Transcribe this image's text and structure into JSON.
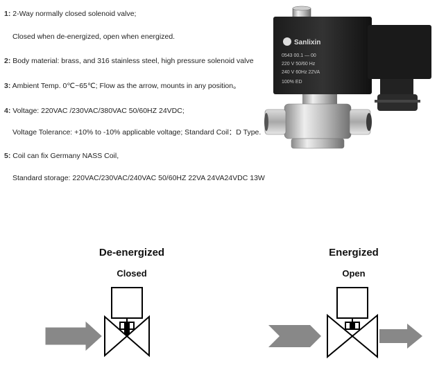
{
  "specs": [
    {
      "num": "1:",
      "text": " 2-Way normally closed solenoid valve;"
    },
    {
      "num": "",
      "text": "Closed when de-energized, open when energized."
    },
    {
      "num": "2:",
      "text": " Body material: brass, and 316 stainless steel, high pressure solenoid valve"
    },
    {
      "num": "3:",
      "text": " Ambient Temp.  0℃~65℃;  Flow as the arrow, mounts in any position。"
    },
    {
      "num": "4:",
      "text": " Voltage: 220VAC /230VAC/380VAC 50/60HZ 24VDC;"
    },
    {
      "num": "",
      "text": "Voltage Tolerance: +10% to -10% applicable voltage; Standard Coil：D Type."
    },
    {
      "num": "5:",
      "text": " Coil can fix Germany NASS Coil,"
    },
    {
      "num": "",
      "text": "Standard storage: 220VAC/230VAC/240VAC 50/60HZ 22VA  24VA24VDC 13W"
    }
  ],
  "coil_label": {
    "brand": "Sanlixin",
    "line1": "0543  00.1 — 00",
    "line2": "220 V    50/60  Hz",
    "line3": "240 V  60Hz  22VA",
    "line4": "100%   ED"
  },
  "diagrams": {
    "left": {
      "title": "De-energized",
      "state": "Closed"
    },
    "right": {
      "title": "Energized",
      "state": "Open"
    }
  },
  "colors": {
    "arrow": "#888888",
    "outline": "#000000"
  }
}
